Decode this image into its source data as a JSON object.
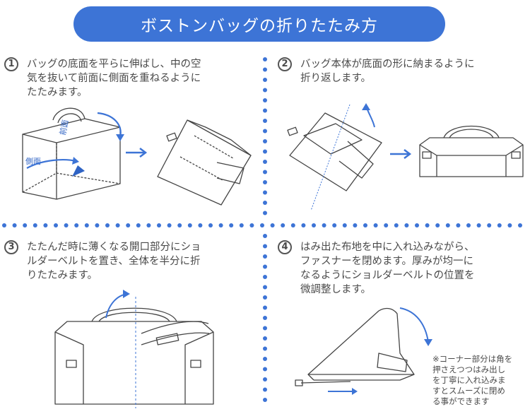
{
  "title": "ボストンバッグの折りたたみ方",
  "colors": {
    "accent": "#3d74d6",
    "line": "#444444",
    "dot": "#3d74d6"
  },
  "steps": [
    {
      "number": "1",
      "lines": [
        "バッグの底面を平らに伸ばし、中の空",
        "気を抜いて前面に側面を重ねるように",
        "たたみます。"
      ]
    },
    {
      "number": "2",
      "lines": [
        "バッグ本体が底面の形に納まるように",
        "折り返します。"
      ]
    },
    {
      "number": "3",
      "lines": [
        "たたんだ時に薄くなる開口部分にショ",
        "ルダーベルトを置き、全体を半分に折",
        "りたたみます。"
      ]
    },
    {
      "number": "4",
      "lines": [
        "はみ出た布地を中に入れ込みながら、",
        "ファスナーを閉めます。厚みが均一に",
        "なるようにショルダーベルトの位置を",
        "微調整します。"
      ]
    }
  ],
  "labels": {
    "front": "前面",
    "side": "側面"
  },
  "note_lines": [
    "※コーナー部分は角を",
    "押さえつつはみ出し",
    "を丁寧に入れ込みま",
    "すとスムーズに閉め",
    "る事ができます"
  ],
  "icons": [
    "arrow-right-icon",
    "curved-arrow-icon",
    "bag-illustration"
  ]
}
